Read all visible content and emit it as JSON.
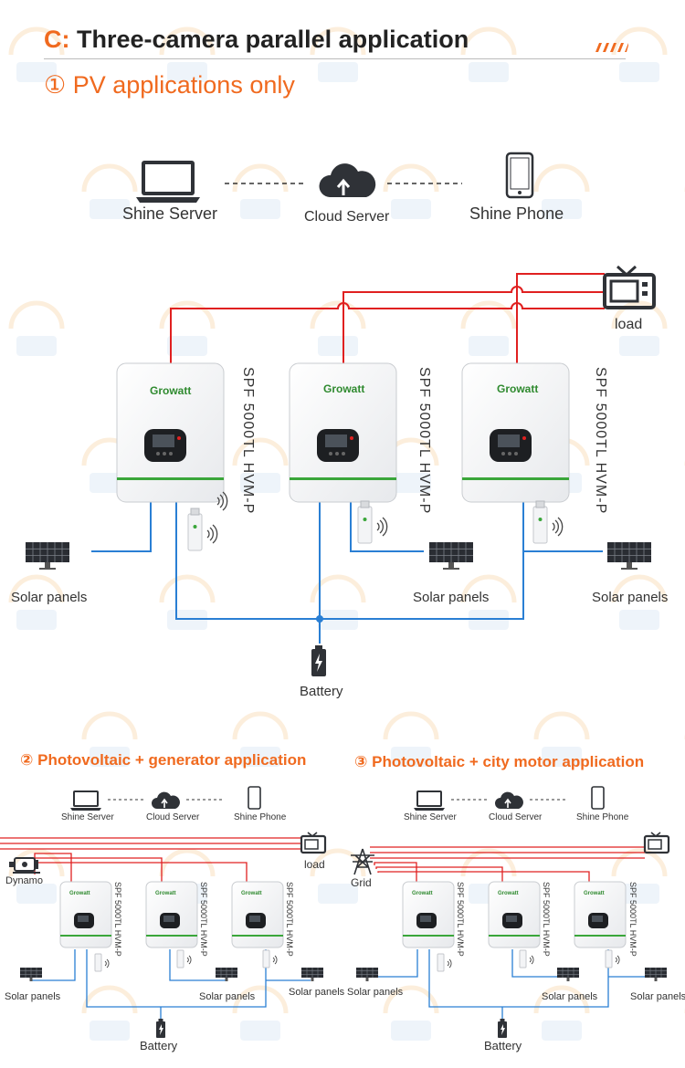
{
  "header": {
    "title_prefix": "C:",
    "title_text": "Three-camera parallel application",
    "section1": "① PV applications only"
  },
  "main": {
    "shine_server": "Shine Server",
    "cloud_server": "Cloud Server",
    "shine_phone": "Shine Phone",
    "load": "load",
    "brand": "Growatt",
    "model": "SPF 5000TL HVM-P",
    "solar_panels": "Solar panels",
    "battery": "Battery"
  },
  "section2": {
    "title": "② Photovoltaic + generator application",
    "shine_server": "Shine Server",
    "cloud_server": "Cloud Server",
    "shine_phone": "Shine Phone",
    "load": "load",
    "source": "Dynamo",
    "solar_panels": "Solar panels",
    "battery": "Battery",
    "model": "SPF 5000TL HVM-P"
  },
  "section3": {
    "title": "③ Photovoltaic + city motor application",
    "shine_server": "Shine Server",
    "cloud_server": "Cloud Server",
    "shine_phone": "Shine Phone",
    "source": "Grid",
    "solar_panels": "Solar panels",
    "battery": "Battery",
    "model": "SPF 5000TL HVM-P"
  },
  "colors": {
    "accent": "#f06a1f",
    "ac_line": "#e02020",
    "dc_line": "#2a7fd4",
    "inverter_stripe": "#3aa63a"
  },
  "icons": [
    "laptop-icon",
    "cloud-upload-icon",
    "smartphone-icon",
    "tv-icon",
    "solar-panel-icon",
    "battery-icon",
    "wifi-dongle-icon",
    "generator-icon",
    "pylon-icon"
  ]
}
